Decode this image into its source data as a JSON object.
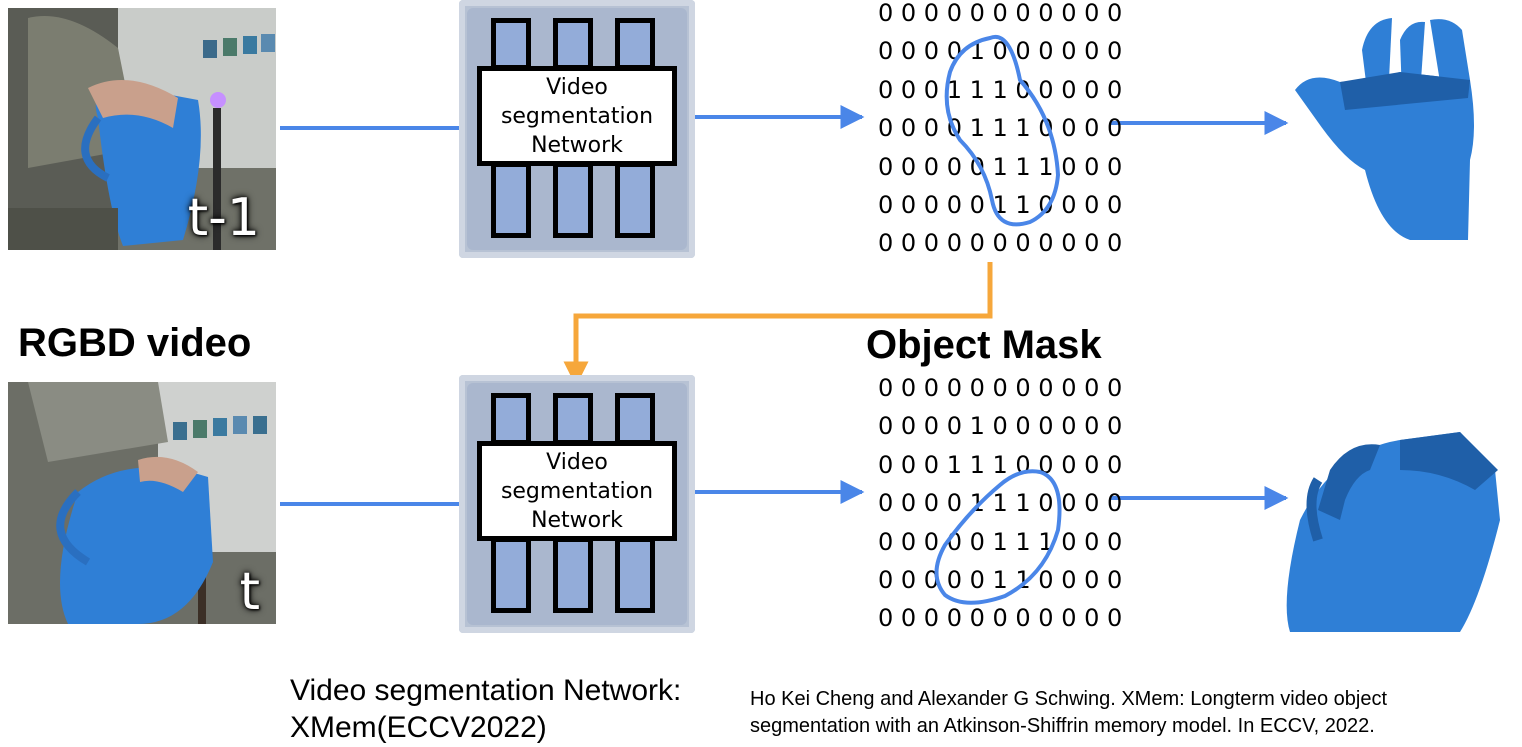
{
  "frames": [
    {
      "label": "t-1"
    },
    {
      "label": "t"
    }
  ],
  "network": {
    "line1": "Video",
    "line2": "segmentation",
    "line3": "Network"
  },
  "masks": [
    {
      "rows": [
        "0 0 0 0 0 0 0 0 0 0 0",
        "0 0 0 0 1 0 0 0 0 0 0",
        "0 0 0 1 1 1 0 0 0 0 0",
        "0 0 0 0 1 1 1 0 0 0 0",
        "0 0 0 0 0 1 1 1 0 0 0",
        "0 0 0 0 0 1 1 0 0 0 0",
        "0 0 0 0 0 0 0 0 0 0 0"
      ]
    },
    {
      "rows": [
        "0 0 0 0 0 0 0 0 0 0 0",
        "0 0 0 0 1 0 0 0 0 0 0",
        "0 0 0 1 1 1 0 0 0 0 0",
        "0 0 0 0 1 1 1 0 0 0 0",
        "0 0 0 0 0 1 1 1 0 0 0",
        "0 0 0 0 0 1 1 0 0 0 0",
        "0 0 0 0 0 0 0 0 0 0 0"
      ]
    }
  ],
  "labels": {
    "rgbd_video": "RGBD video",
    "object_mask": "Object Mask"
  },
  "footer": {
    "network_line1": "Video segmentation Network:",
    "network_line2": "XMem(ECCV2022)",
    "citation_line1": "Ho Kei Cheng and Alexander G Schwing. XMem: Longterm video object",
    "citation_line2": "segmentation with an Atkinson-Shiffrin memory model. In ECCV, 2022."
  },
  "colors": {
    "flow_arrow": "#4a86e8",
    "feedback_arrow": "#f6a73b",
    "mask_outline": "#4a86e8",
    "object_blue": "#2f7fd6"
  }
}
